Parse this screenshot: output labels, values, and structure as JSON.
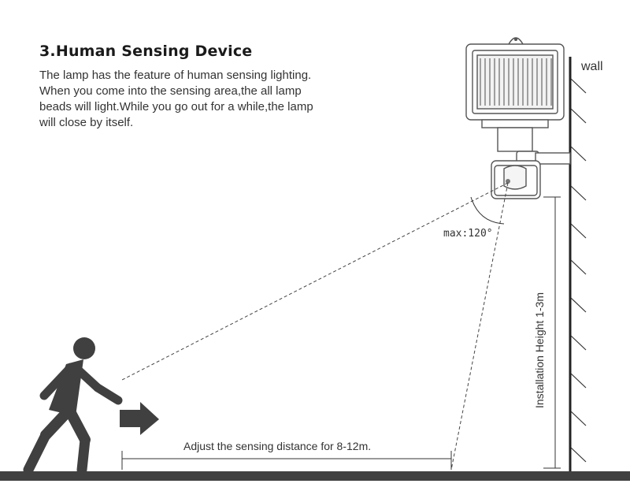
{
  "title": "3.Human Sensing Device",
  "description_lines": [
    "The lamp has the feature of human sensing lighting.",
    "When you come into the sensing area,the all lamp",
    "beads will light.While you go out for a while,the lamp",
    "will close by itself."
  ],
  "labels": {
    "wall": "wall",
    "angle": "max:120°",
    "height": "Installation Height 1-3m",
    "distance": "Adjust the sensing distance for 8-12m."
  },
  "colors": {
    "figure": "#404040",
    "ground": "#404040",
    "text": "#333333",
    "lines": "#555555"
  }
}
